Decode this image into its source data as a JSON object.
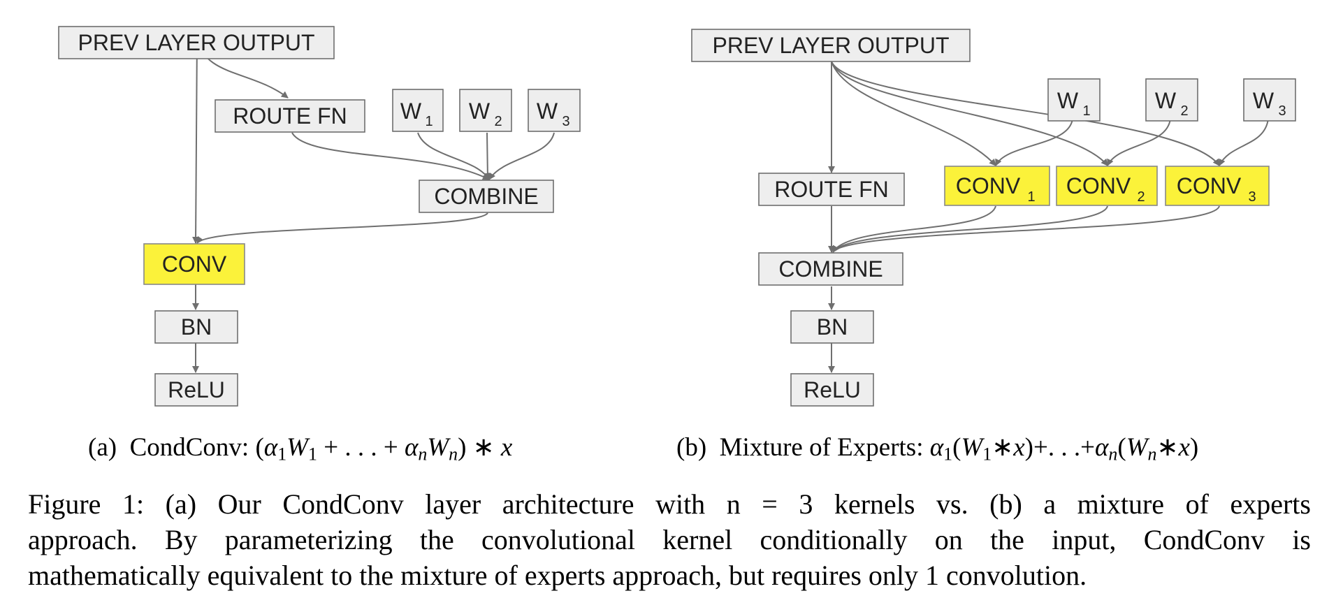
{
  "panel_a": {
    "nodes": {
      "prev": "PREV LAYER OUTPUT",
      "route": "ROUTE FN",
      "w1": "W",
      "w1_sub": "1",
      "w2": "W",
      "w2_sub": "2",
      "w3": "W",
      "w3_sub": "3",
      "combine": "COMBINE",
      "conv": "CONV",
      "bn": "BN",
      "relu": "ReLU"
    },
    "caption": {
      "label": "(a)",
      "name": "CondConv:",
      "formula": "(α1W1 + . . . + αnWn) ∗ x"
    }
  },
  "panel_b": {
    "nodes": {
      "prev": "PREV LAYER OUTPUT",
      "w1": "W",
      "w1_sub": "1",
      "w2": "W",
      "w2_sub": "2",
      "w3": "W",
      "w3_sub": "3",
      "route": "ROUTE FN",
      "conv1": "CONV",
      "conv1_sub": "1",
      "conv2": "CONV",
      "conv2_sub": "2",
      "conv3": "CONV",
      "conv3_sub": "3",
      "combine": "COMBINE",
      "bn": "BN",
      "relu": "ReLU"
    },
    "caption": {
      "label": "(b)",
      "name": "Mixture of Experts:",
      "formula": "α1(W1∗x)+. . .+αn(Wn∗x)"
    }
  },
  "figure_caption": {
    "lines": [
      "Figure 1: (a) Our CondConv layer architecture with n = 3 kernels vs. (b) a mixture of experts",
      "approach. By parameterizing the convolutional kernel conditionally on the input, CondConv is",
      "mathematically equivalent to the mixture of experts approach, but requires only 1 convolution."
    ]
  },
  "colors": {
    "box_fill": "#eeeeee",
    "conv_fill": "#fbf23a",
    "edge": "#6f6f6f"
  }
}
